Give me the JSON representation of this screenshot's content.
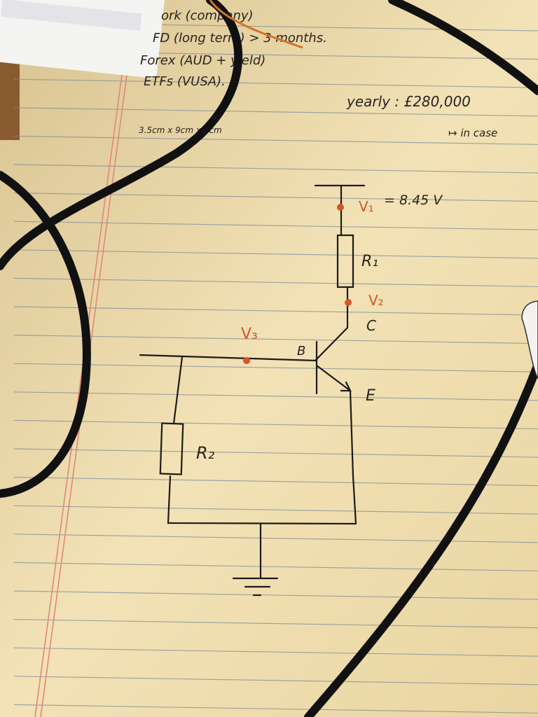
{
  "notes": {
    "line1": "ork (company)",
    "line2": "FD (long term) > 3 months.",
    "line3": "Forex (AUD + yield)",
    "line4": "ETFs (VUSA).",
    "line5": "yearly : £280,000",
    "line6": "3.5cm x 9cm x 2cm",
    "line7": "↦ in case"
  },
  "circuit": {
    "v1_label": "V₁",
    "v1_value": "= 8.45 V",
    "r1_label": "R₁",
    "v2_label": "V₂",
    "collector_label": "C",
    "v3_label": "V₃",
    "base_label": "B",
    "emitter_label": "E",
    "r2_label": "R₂"
  },
  "colors": {
    "paper": "#ecd9a8",
    "ink": "#1e1a18",
    "node": "#d4552a",
    "cable": "#111111",
    "margin": "#e07a6a"
  }
}
